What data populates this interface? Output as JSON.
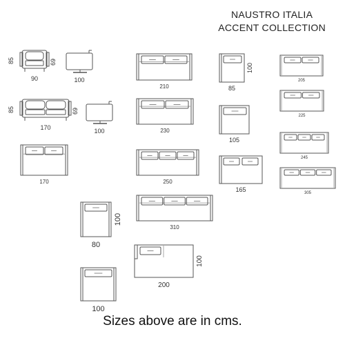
{
  "brand": {
    "line1": "NAUSTRO ITALIA",
    "line2": "ACCENT COLLECTION"
  },
  "footnote": "Sizes above are in cms.",
  "colors": {
    "line": "#555555",
    "cushion": "#888888",
    "text": "#222222"
  },
  "items": [
    {
      "id": "armchair-front",
      "view": "front-armchair",
      "width": "90",
      "seat_height": "69",
      "height": "85"
    },
    {
      "id": "armchair-side",
      "view": "side",
      "depth": "100"
    },
    {
      "id": "sofa-front",
      "view": "front-sofa",
      "width": "170",
      "seat_height": "69",
      "height": "85"
    },
    {
      "id": "sofa-side",
      "view": "side",
      "depth": "100"
    },
    {
      "id": "sofa-top-170",
      "view": "top",
      "seats": 2,
      "width": "170"
    },
    {
      "id": "sofa-top-210",
      "view": "top",
      "seats": 2,
      "width": "210"
    },
    {
      "id": "sofa-top-230",
      "view": "top",
      "seats": 2,
      "width": "230"
    },
    {
      "id": "sofa-top-250",
      "view": "top",
      "seats": 3,
      "width": "250"
    },
    {
      "id": "sofa-top-310",
      "view": "top",
      "seats": 3,
      "width": "310"
    },
    {
      "id": "chaise-top-200",
      "view": "chaise",
      "width": "200",
      "depth": "100"
    },
    {
      "id": "armchair-top-80",
      "view": "chair",
      "width": "80",
      "depth": "100"
    },
    {
      "id": "armchair-top-100",
      "view": "chair",
      "width": "100"
    },
    {
      "id": "corner-top-85",
      "view": "corner",
      "width": "85",
      "depth": "100"
    },
    {
      "id": "corner-top-105",
      "view": "corner",
      "width": "105"
    },
    {
      "id": "corner-top-165",
      "view": "corner2",
      "width": "165"
    },
    {
      "id": "module-top-205",
      "view": "module",
      "seats": 2,
      "width": "205"
    },
    {
      "id": "module-top-225",
      "view": "module",
      "seats": 2,
      "width": "225"
    },
    {
      "id": "module-top-245",
      "view": "module",
      "seats": 3,
      "width": "245"
    },
    {
      "id": "module-top-305",
      "view": "module",
      "seats": 3,
      "width": "305"
    }
  ]
}
